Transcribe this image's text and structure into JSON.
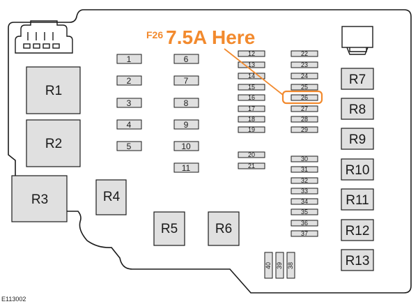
{
  "relays": [
    {
      "id": "r1",
      "label": "R1"
    },
    {
      "id": "r2",
      "label": "R2"
    },
    {
      "id": "r3",
      "label": "R3"
    },
    {
      "id": "r4",
      "label": "R4"
    },
    {
      "id": "r5",
      "label": "R5"
    },
    {
      "id": "r6",
      "label": "R6"
    },
    {
      "id": "r7",
      "label": "R7"
    },
    {
      "id": "r8",
      "label": "R8"
    },
    {
      "id": "r9",
      "label": "R9"
    },
    {
      "id": "r10",
      "label": "R10"
    },
    {
      "id": "r11",
      "label": "R11"
    },
    {
      "id": "r12",
      "label": "R12"
    },
    {
      "id": "r13",
      "label": "R13"
    }
  ],
  "fuses_large": [
    "1",
    "2",
    "3",
    "4",
    "5",
    "6",
    "7",
    "8",
    "9",
    "10",
    "11"
  ],
  "fuses_mini": [
    "12",
    "13",
    "14",
    "15",
    "16",
    "17",
    "18",
    "19",
    "20",
    "21",
    "22",
    "23",
    "24",
    "25",
    "26",
    "27",
    "28",
    "29",
    "30",
    "31",
    "32",
    "33",
    "34",
    "35",
    "36",
    "37"
  ],
  "fuses_vertical": [
    "40",
    "39",
    "38"
  ],
  "callout": {
    "fuse": "F26",
    "text": "7.5A Here",
    "color": "#f28a2e"
  },
  "image_code": "E113002"
}
